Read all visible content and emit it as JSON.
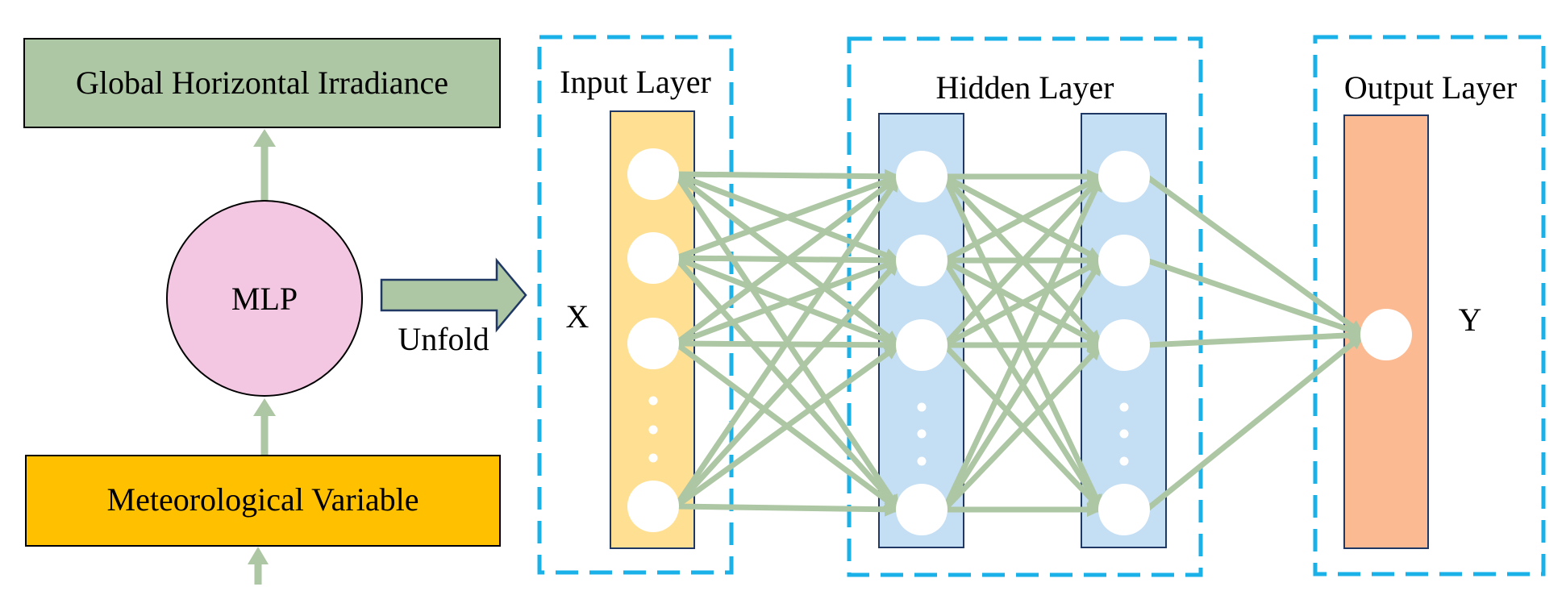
{
  "left_flow": {
    "output_box": {
      "label": "Global Horizontal Irradiance",
      "fill": "#adc6a3"
    },
    "model_circle": {
      "label": "MLP",
      "fill": "#f3c6e2"
    },
    "input_box": {
      "label": "Meteorological Variable",
      "fill": "#ffc000"
    },
    "unfold_label": "Unfold"
  },
  "network": {
    "input_layer": {
      "label": "Input Layer",
      "fill": "#ffe093",
      "variable": "X"
    },
    "hidden_layer": {
      "label": "Hidden Layer",
      "fill": "#c4def3"
    },
    "output_layer": {
      "label": "Output Layer",
      "fill": "#fbba91",
      "variable": "Y"
    }
  },
  "colors": {
    "connection": "#adc6a3",
    "dashed_frame": "#1ab0e8",
    "border": "#1f3864",
    "node": "#ffffff"
  }
}
